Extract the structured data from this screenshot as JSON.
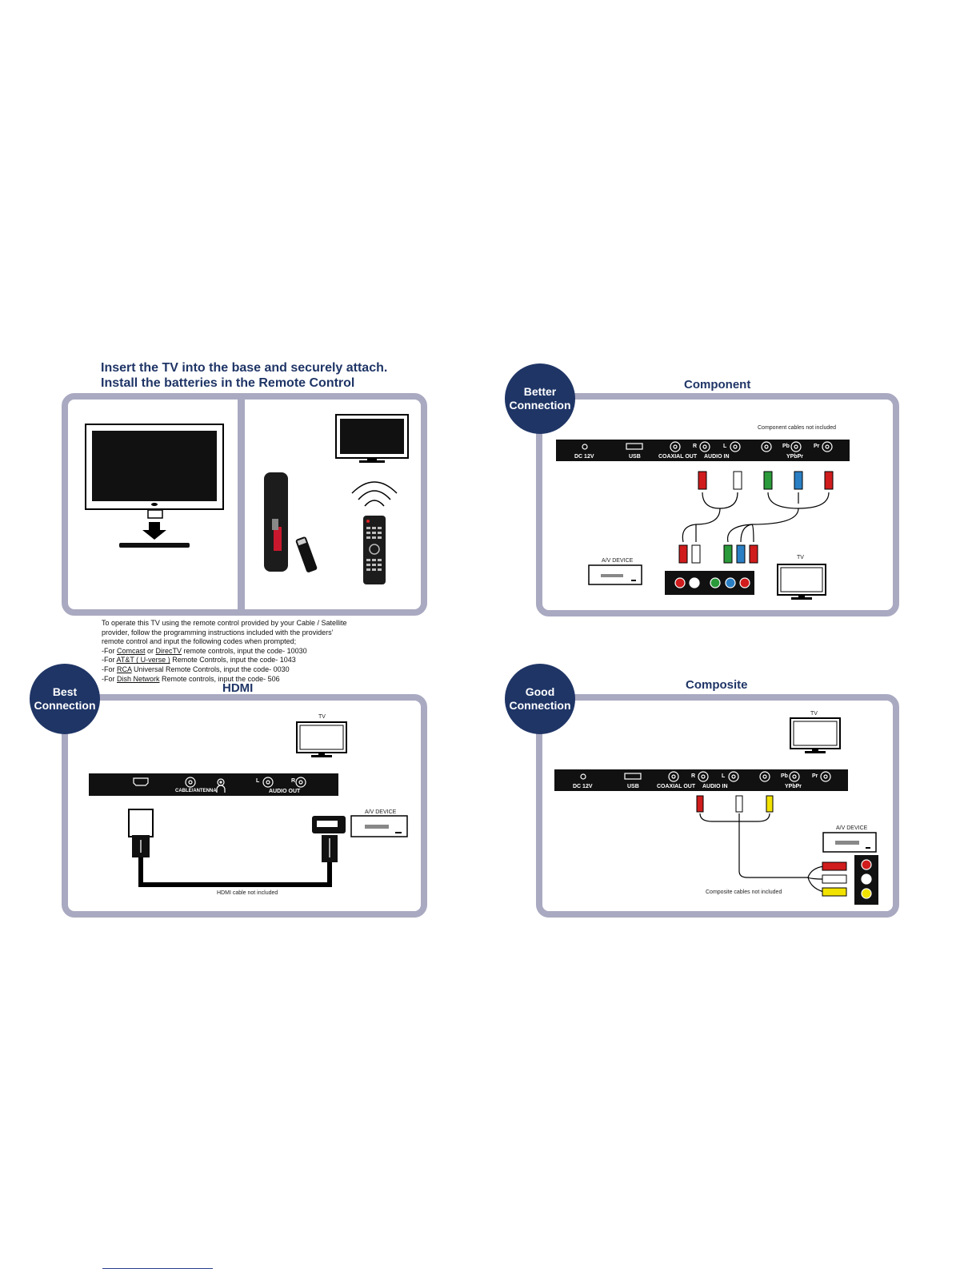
{
  "setup": {
    "title_line1": "Insert the TV into the base and securely attach.",
    "title_line2": "Install the batteries in the Remote Control"
  },
  "remote_note": {
    "line1": "To operate this TV using the remote control provided by your Cable / Satellite",
    "line2": "provider, follow the programming instructions included with the providers’",
    "line3": "remote control and input the following codes when prompted;",
    "comcast_prefix": "-For ",
    "comcast": "Comcast",
    "or": " or ",
    "directv": "DirecTV",
    "comcast_suffix": " remote controls, input the code- 10030",
    "att_prefix": "-For ",
    "att": "AT&T ( U-verse )",
    "att_suffix": " Remote Controls, input the code- 1043",
    "rca_prefix": "-For ",
    "rca": "RCA",
    "rca_suffix": " Universal Remote Controls, input the code- 0030",
    "dish_prefix": "-For ",
    "dish": "Dish Network",
    "dish_suffix": " Remote controls, input the code- 506"
  },
  "component": {
    "badge_line1": "Better",
    "badge_line2": "Connection",
    "title": "Component",
    "cable_note": "Component cables not included",
    "av_device": "A/V DEVICE",
    "tv": "TV"
  },
  "hdmi": {
    "badge_line1": "Best",
    "badge_line2": "Connection",
    "title": "HDMI",
    "tv": "TV",
    "cable_antenna": "CABLE/ANTENNA",
    "audio_out": "AUDIO OUT",
    "l": "L",
    "r": "R",
    "av_device": "A/V DEVICE",
    "cable_note": "HDMI cable not included"
  },
  "composite": {
    "badge_line1": "Good",
    "badge_line2": "Connection",
    "title": "Composite",
    "tv": "TV",
    "av_device": "A/V DEVICE",
    "cable_note": "Composite cables not included"
  },
  "port_panel": {
    "dc": "DC 12V",
    "usb": "USB",
    "coaxial": "COAXIAL OUT",
    "r": "R",
    "l": "L",
    "audio_in": "AUDIO IN",
    "pb": "Pb",
    "pr": "Pr",
    "ypbpr": "YPbPr"
  },
  "colors": {
    "navy": "#1f3566",
    "panel_border": "#a9a9c1",
    "red": "#d01c1c",
    "green": "#2b9a3a",
    "blue": "#2a7fc4",
    "yellow": "#f2e200"
  }
}
